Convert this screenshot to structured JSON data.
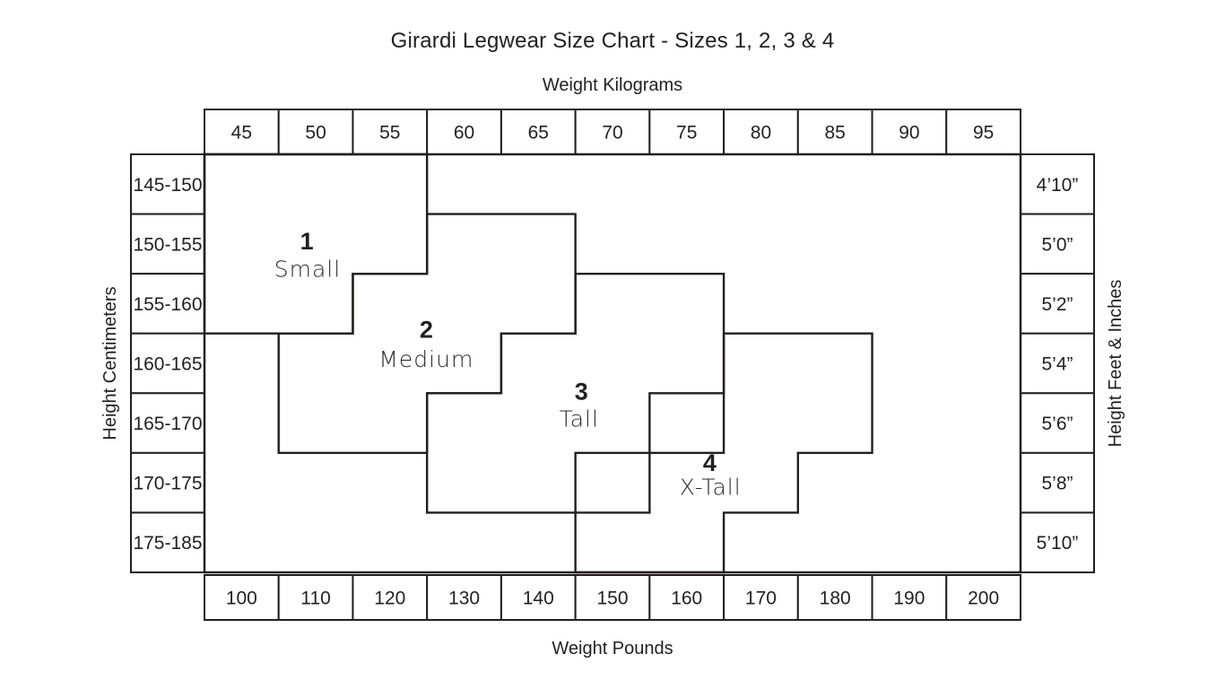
{
  "title": "Girardi Legwear Size Chart - Sizes 1, 2, 3 & 4",
  "axes": {
    "top_label": "Weight Kilograms",
    "bottom_label": "Weight Pounds",
    "left_label": "Height Centimeters",
    "right_label": "Height Feet & Inches"
  },
  "chart_data": {
    "type": "size-region-diagram",
    "ink": "#231f20",
    "weight_kg": [
      "45",
      "50",
      "55",
      "60",
      "65",
      "70",
      "75",
      "80",
      "85",
      "90",
      "95"
    ],
    "weight_lb": [
      "100",
      "110",
      "120",
      "130",
      "140",
      "150",
      "160",
      "170",
      "180",
      "190",
      "200"
    ],
    "height_cm": [
      "145-150",
      "150-155",
      "155-160",
      "160-165",
      "165-170",
      "170-175",
      "175-185"
    ],
    "height_ftin": [
      "4’10”",
      "5’0”",
      "5’2”",
      "5’4”",
      "5’6”",
      "5’8”",
      "5’10”"
    ],
    "regions": [
      {
        "number": "1",
        "name": "Small",
        "polygon": [
          [
            0,
            0
          ],
          [
            3,
            0
          ],
          [
            3,
            2
          ],
          [
            2,
            2
          ],
          [
            2,
            3
          ],
          [
            0,
            3
          ]
        ],
        "number_pos": [
          1.38,
          1.46
        ],
        "name_pos": [
          1.39,
          1.92
        ]
      },
      {
        "number": "2",
        "name": "Medium",
        "polygon": [
          [
            3,
            1
          ],
          [
            5,
            1
          ],
          [
            5,
            3
          ],
          [
            4,
            3
          ],
          [
            4,
            4
          ],
          [
            3,
            4
          ],
          [
            3,
            5
          ],
          [
            1,
            5
          ],
          [
            1,
            3
          ],
          [
            2,
            3
          ],
          [
            2,
            2
          ],
          [
            3,
            2
          ]
        ],
        "number_pos": [
          2.99,
          2.94
        ],
        "name_pos": [
          2.99,
          3.43
        ]
      },
      {
        "number": "3",
        "name": "Tall",
        "polygon": [
          [
            5,
            2
          ],
          [
            7,
            2
          ],
          [
            7,
            4
          ],
          [
            6,
            4
          ],
          [
            6,
            5
          ],
          [
            5,
            5
          ],
          [
            5,
            6
          ],
          [
            3,
            6
          ],
          [
            3,
            4
          ],
          [
            4,
            4
          ],
          [
            4,
            3
          ],
          [
            5,
            3
          ]
        ],
        "number_pos": [
          5.08,
          3.97
        ],
        "name_pos": [
          5.05,
          4.43
        ]
      },
      {
        "number": "4",
        "name": "X-Tall",
        "polygon": [
          [
            7,
            3
          ],
          [
            9,
            3
          ],
          [
            9,
            5
          ],
          [
            8,
            5
          ],
          [
            8,
            6
          ],
          [
            7,
            6
          ],
          [
            7,
            7
          ],
          [
            5,
            7
          ],
          [
            5,
            6
          ],
          [
            6,
            6
          ],
          [
            6,
            5
          ],
          [
            7,
            5
          ]
        ],
        "number_pos": [
          6.81,
          5.17
        ],
        "name_pos": [
          6.82,
          5.57
        ]
      }
    ]
  }
}
